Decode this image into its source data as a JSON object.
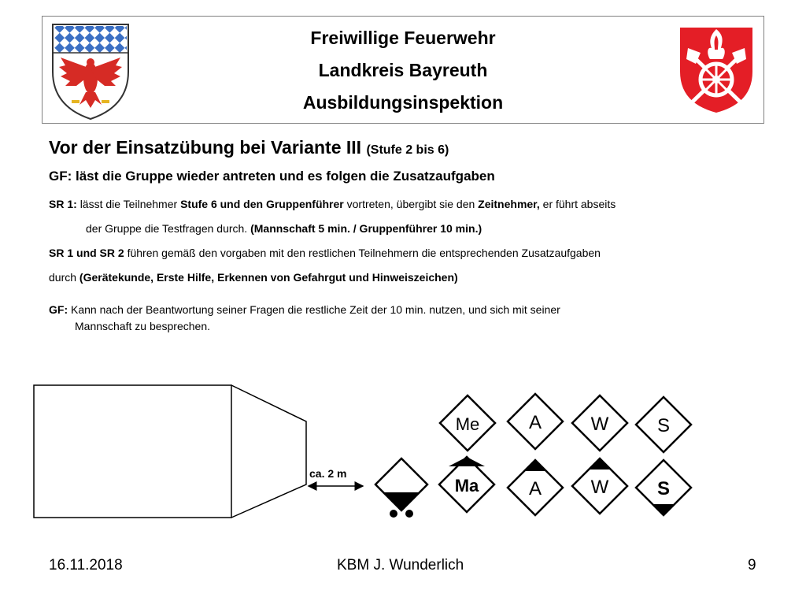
{
  "header": {
    "line1": "Freiwillige Feuerwehr",
    "line2": "Landkreis Bayreuth",
    "line3": "Ausbildungsinspektion"
  },
  "heading": {
    "main": "Vor der Einsatzübung bei Variante III",
    "sub": "(Stufe 2 bis 6)"
  },
  "subheading": "GF: läst die Gruppe wieder antreten und es folgen die Zusatzaufgaben",
  "sr1": {
    "label": "SR 1:",
    "t1": "lässt die Teilnehmer",
    "b1": "Stufe 6 und den Gruppenführer",
    "t2": "vortreten, übergibt sie den",
    "b2": "Zeitnehmer,",
    "t3": "er führt abseits",
    "t4": "der Gruppe die Testfragen durch.",
    "b3": "(Mannschaft 5 min. / Gruppenführer 10 min.)"
  },
  "sr12": {
    "label": "SR 1 und SR 2",
    "t1": "führen gemäß den vorgaben mit den restlichen Teilnehmern die entsprechenden Zusatzaufgaben",
    "t2": "durch",
    "b1": "(Gerätekunde, Erste Hilfe, Erkennen von Gefahrgut und Hinweiszeichen)"
  },
  "gf": {
    "label": "GF:",
    "t1": "Kann nach der Beantwortung seiner Fragen die restliche Zeit der 10 min. nutzen, und sich mit seiner",
    "t2": "Mannschaft zu besprechen."
  },
  "diagram": {
    "distance_label": "ca. 2 m",
    "symbols_top": [
      "Me",
      "A",
      "W",
      "S"
    ],
    "symbols_bottom": [
      "Ma",
      "A",
      "W",
      "S"
    ]
  },
  "footer": {
    "date": "16.11.2018",
    "author": "KBM J. Wunderlich",
    "page": "9"
  },
  "colors": {
    "red": "#e41e26",
    "bavaria_blue": "#3b6fc3",
    "border_gray": "#808080"
  }
}
